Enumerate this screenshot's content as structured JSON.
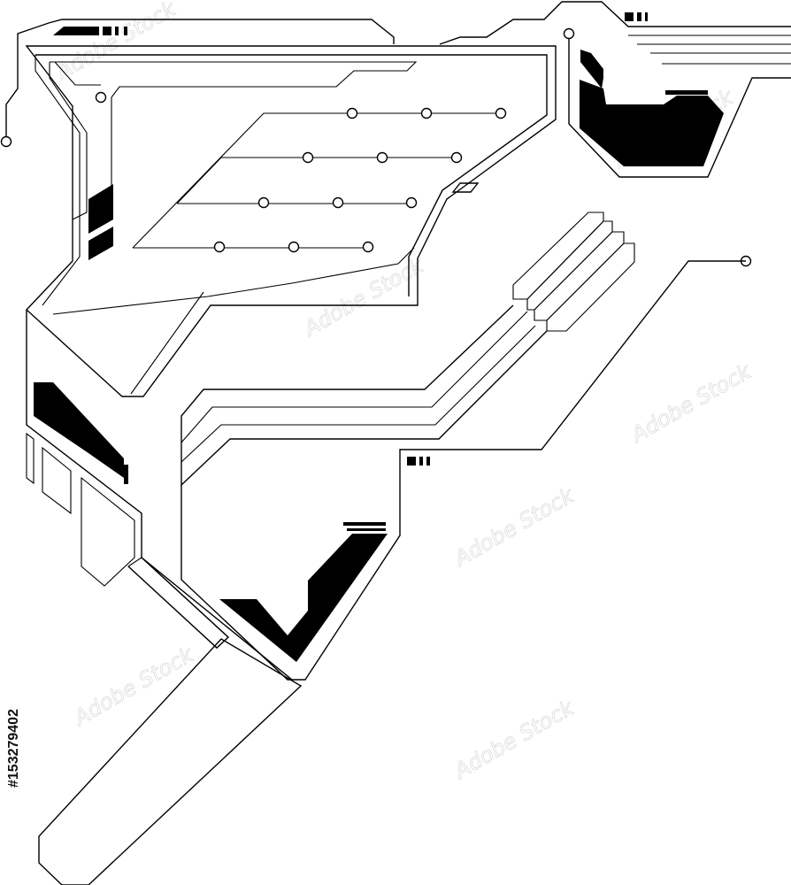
{
  "artwork": {
    "stroke_color": "#000000",
    "fill_color": "#000000",
    "background_color": "#ffffff",
    "connector_node_count": 16
  },
  "watermark": {
    "text": "Adobe Stock",
    "side_label": "#153279402"
  }
}
